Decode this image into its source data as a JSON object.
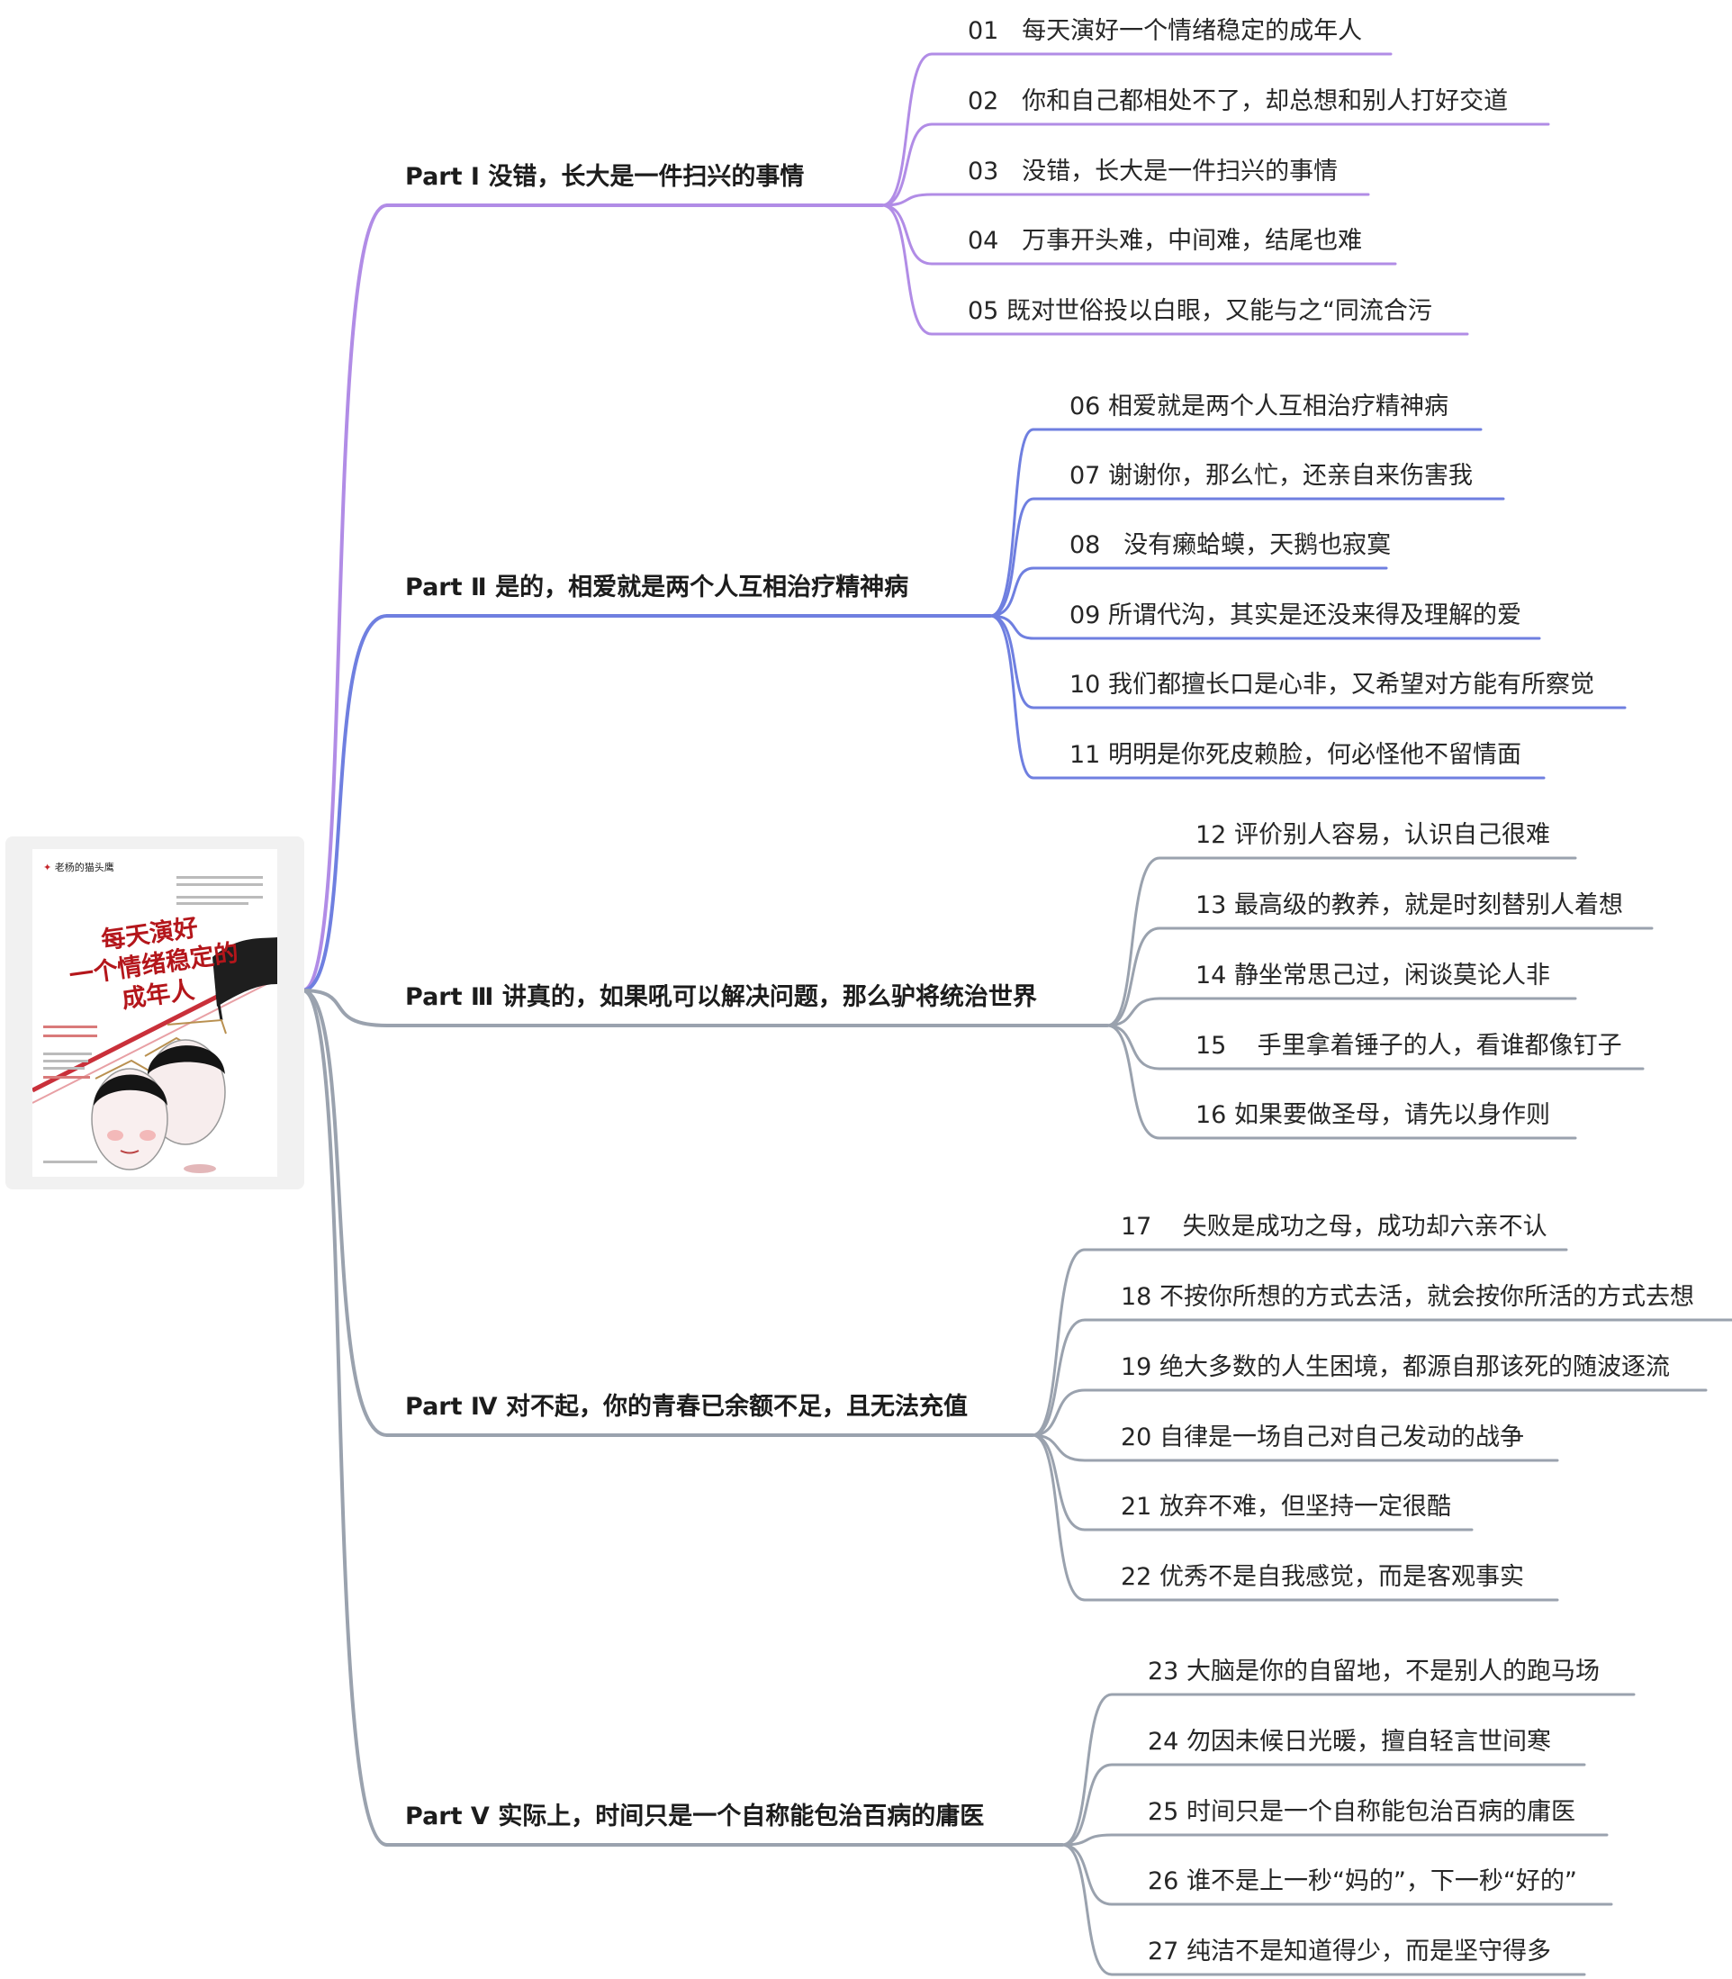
{
  "root": {
    "title": "每天演好一个情绪稳定的成年人",
    "cover_title_lines": "每天演好\n一个情绪稳定的\n成年人",
    "publisher_mark": "老杨的猫头鹰"
  },
  "colors": {
    "part1": "#b18ce6",
    "part2": "#6f7fe0",
    "gray": "#9aa2ae",
    "cover_red": "#b4161b"
  },
  "parts": [
    {
      "label": "Part Ⅰ  没错，长大是一件扫兴的事情",
      "color_key": "part1",
      "items": [
        "01   每天演好一个情绪稳定的成年人",
        "02   你和自己都相处不了，却总想和别人打好交道",
        "03   没错，长大是一件扫兴的事情",
        "04   万事开头难，中间难，结尾也难",
        "05 既对世俗投以白眼，又能与之“同流合污"
      ]
    },
    {
      "label": "Part Ⅱ  是的，相爱就是两个人互相治疗精神病",
      "color_key": "part2",
      "items": [
        "06 相爱就是两个人互相治疗精神病",
        "07 谢谢你，那么忙，还亲自来伤害我",
        "08   没有癞蛤蟆，天鹅也寂寞",
        "09 所谓代沟，其实是还没来得及理解的爱",
        "10 我们都擅长口是心非，又希望对方能有所察觉",
        "11 明明是你死皮赖脸，何必怪他不留情面"
      ]
    },
    {
      "label": "Part Ⅲ  讲真的，如果吼可以解决问题，那么驴将统治世界",
      "color_key": "gray",
      "items": [
        "12 评价别人容易，认识自己很难",
        "13 最高级的教养，就是时刻替别人着想",
        "14 静坐常思己过，闲谈莫论人非",
        "15    手里拿着锤子的人，看谁都像钉子",
        "16 如果要做圣母，请先以身作则"
      ]
    },
    {
      "label": "Part Ⅳ  对不起，你的青春已余额不足，且无法充值",
      "color_key": "gray",
      "items": [
        "17    失败是成功之母，成功却六亲不认",
        "18 不按你所想的方式去活，就会按你所活的方式去想",
        "19 绝大多数的人生困境，都源自那该死的随波逐流",
        "20 自律是一场自己对自己发动的战争",
        "21 放弃不难，但坚持一定很酷",
        "22 优秀不是自我感觉，而是客观事实"
      ]
    },
    {
      "label": "Part Ⅴ  实际上，时间只是一个自称能包治百病的庸医",
      "color_key": "gray",
      "items": [
        "23 大脑是你的自留地，不是别人的跑马场",
        "24 勿因未候日光暖，擅自轻言世间寒",
        "25 时间只是一个自称能包治百病的庸医",
        "26 谁不是上一秒“妈的”，下一秒“好的”",
        "27 纯洁不是知道得少，而是坚守得多"
      ]
    }
  ]
}
